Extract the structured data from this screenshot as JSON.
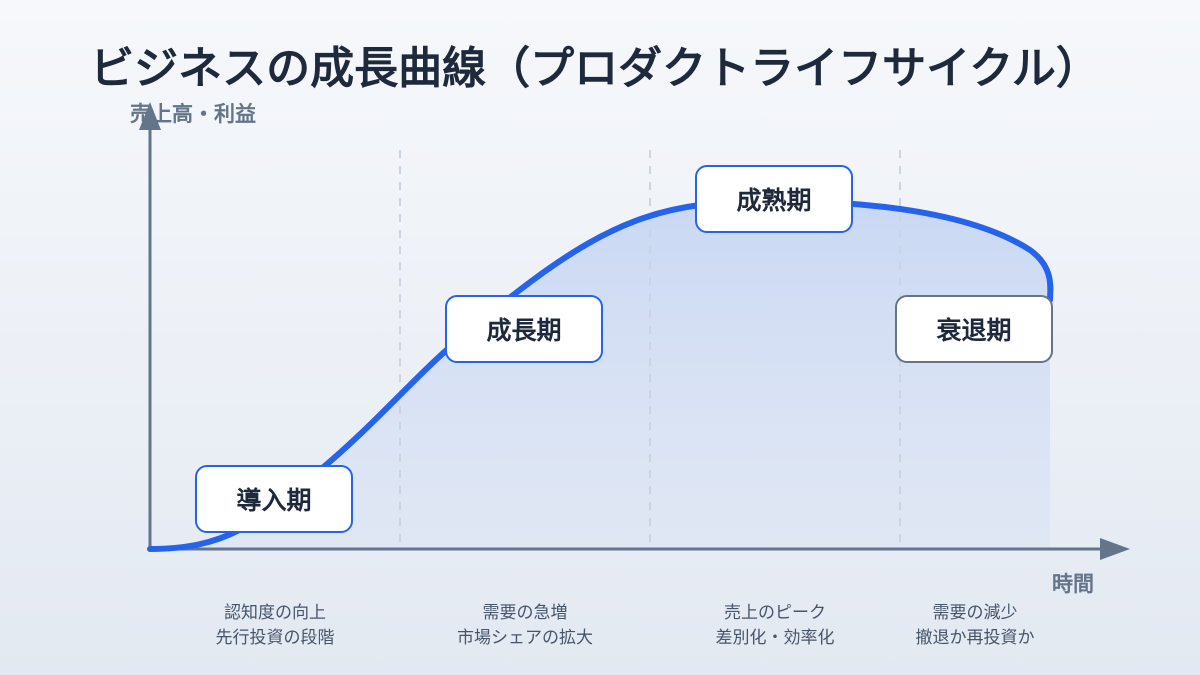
{
  "title": "ビジネスの成長曲線（プロダクトライフサイクル）",
  "axes": {
    "y_label": "売上高・利益",
    "x_label": "時間"
  },
  "colors": {
    "curve": "#2563eb",
    "axis": "#64748b",
    "fill": "#c7d6f3",
    "text": "#1e293b"
  },
  "phases": [
    {
      "label": "導入期",
      "desc_line1": "認知度の向上",
      "desc_line2": "先行投資の段階"
    },
    {
      "label": "成長期",
      "desc_line1": "需要の急増",
      "desc_line2": "市場シェアの拡大"
    },
    {
      "label": "成熟期",
      "desc_line1": "売上のピーク",
      "desc_line2": "差別化・効率化"
    },
    {
      "label": "衰退期",
      "desc_line1": "需要の減少",
      "desc_line2": "撤退か再投資か"
    }
  ]
}
